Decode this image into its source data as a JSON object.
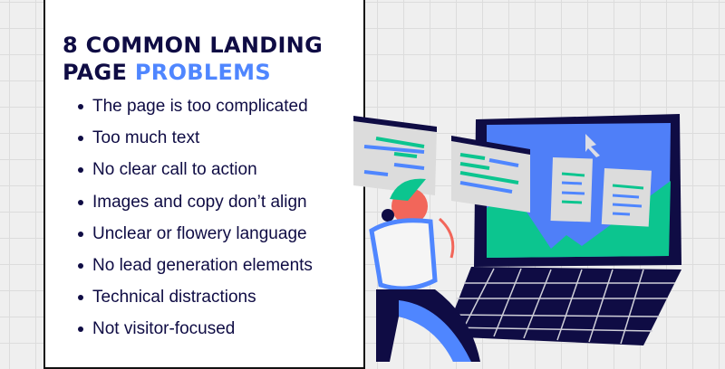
{
  "title": {
    "line1": "8 COMMON LANDING",
    "line2_plain": "PAGE ",
    "line2_accent": "PROBLEMS"
  },
  "problems": [
    "The page is too complicated",
    "Too much text",
    "No clear call to action",
    "Images and copy don’t align",
    "Unclear or flowery language",
    "No lead generation elements",
    "Technical distractions",
    "Not visitor-focused"
  ],
  "colors": {
    "navy": "#0f0c44",
    "blue": "#4f86ff",
    "green": "#0cc58f",
    "coral": "#f2665a"
  }
}
